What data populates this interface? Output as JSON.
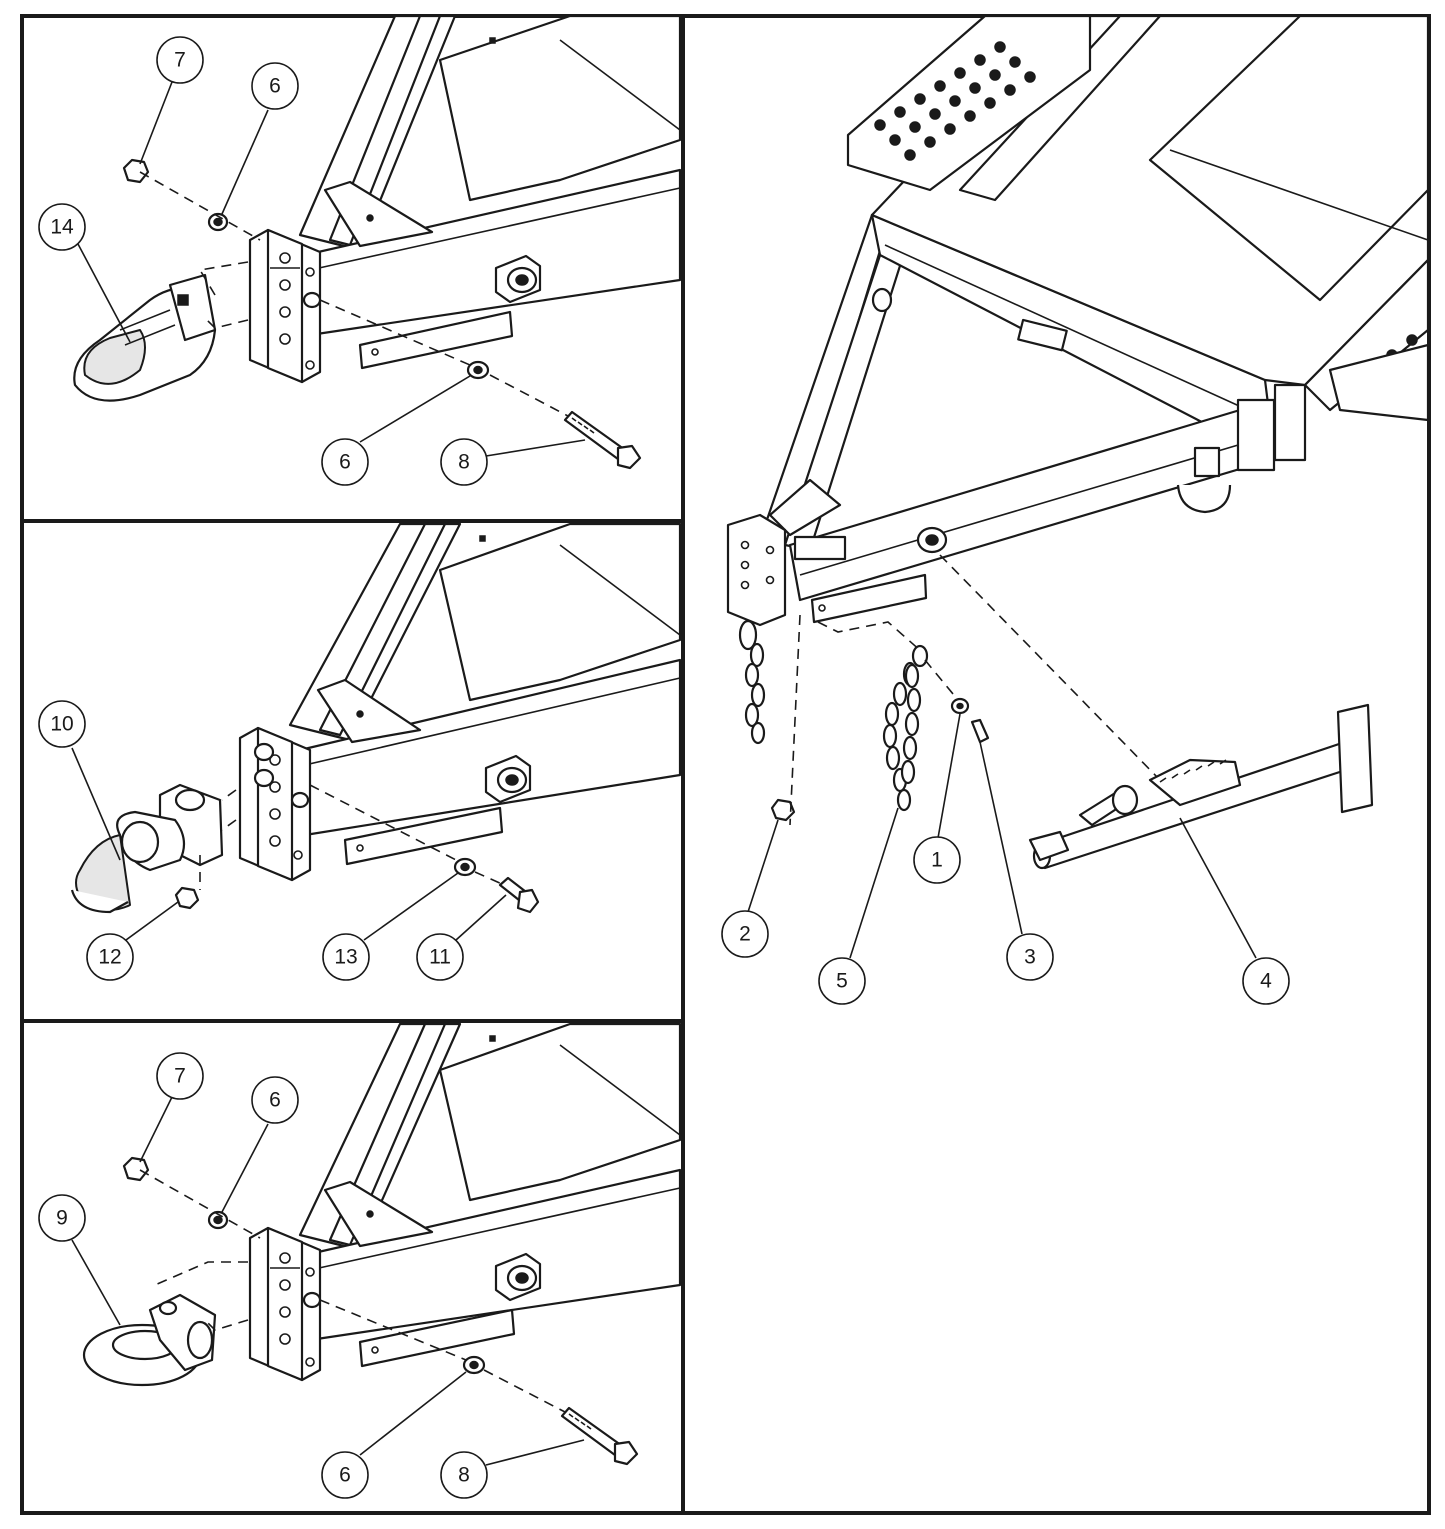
{
  "callouts": {
    "p1_7": "7",
    "p1_6a": "6",
    "p1_14": "14",
    "p1_6b": "6",
    "p1_8": "8",
    "p2_10": "10",
    "p2_12": "12",
    "p2_13": "13",
    "p2_11": "11",
    "p3_7": "7",
    "p3_6a": "6",
    "p3_9": "9",
    "p3_6b": "6",
    "p3_8": "8",
    "p4_1": "1",
    "p4_2": "2",
    "p4_3": "3",
    "p4_4": "4",
    "p4_5": "5"
  },
  "colors": {
    "line": "#1a1a1a",
    "background": "#ffffff",
    "fill_light": "#e6e6e6"
  }
}
